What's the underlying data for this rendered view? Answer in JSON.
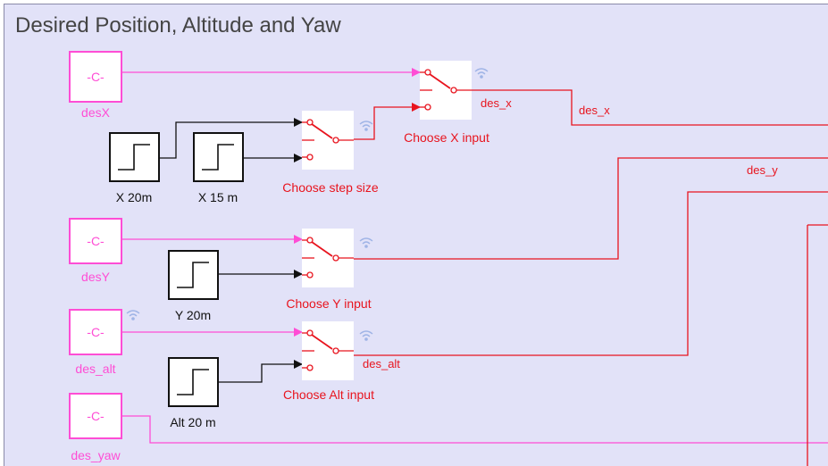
{
  "area": {
    "title": "Desired Position, Altitude and Yaw"
  },
  "constants": [
    {
      "symbol": "-C-",
      "name": "desX"
    },
    {
      "symbol": "-C-",
      "name": "desY"
    },
    {
      "symbol": "-C-",
      "name": "des_alt"
    },
    {
      "symbol": "-C-",
      "name": "des_yaw"
    }
  ],
  "steps": [
    {
      "name": "X 20m"
    },
    {
      "name": "X 15 m"
    },
    {
      "name": "Y 20m"
    },
    {
      "name": "Alt 20 m"
    }
  ],
  "switches": [
    {
      "name": "Choose X input"
    },
    {
      "name": "Choose step size"
    },
    {
      "name": "Choose Y input"
    },
    {
      "name": "Choose Alt input"
    }
  ],
  "signals": {
    "des_x_1": "des_x",
    "des_x_2": "des_x",
    "des_y": "des_y",
    "des_alt": "des_alt"
  },
  "colors": {
    "background": "#e2e2f8",
    "constant": "#ff4dd5",
    "signal": "#e8141e",
    "wire": "#111111",
    "logged_icon": "#9fb4e6"
  }
}
